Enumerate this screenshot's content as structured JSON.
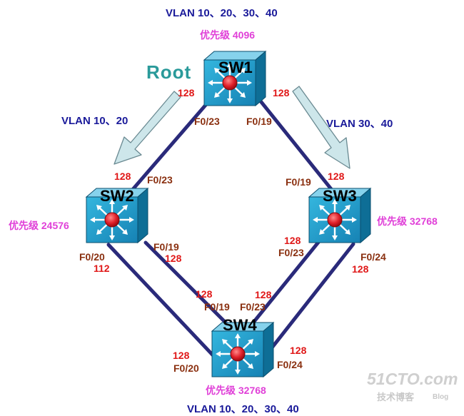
{
  "header": {
    "top_vlans": "VLAN 10、20、30、40",
    "bottom_vlans": "VLAN 10、20、30、40"
  },
  "root_label": "Root",
  "arrows": {
    "left": "VLAN 10、20",
    "right": "VLAN 30、40"
  },
  "switches": {
    "sw1": {
      "name": "SW1",
      "priority": "优先级 4096"
    },
    "sw2": {
      "name": "SW2",
      "priority": "优先级 24576"
    },
    "sw3": {
      "name": "SW3",
      "priority": "优先级 32768"
    },
    "sw4": {
      "name": "SW4",
      "priority": "优先级 32768"
    }
  },
  "links": {
    "sw1_sw2": {
      "sw1_port": "F0/23",
      "sw1_cost": "128",
      "sw2_port": "F0/23",
      "sw2_cost": "128"
    },
    "sw1_sw3": {
      "sw1_port": "F0/19",
      "sw1_cost": "128",
      "sw3_port": "F0/19",
      "sw3_cost": "128"
    },
    "sw2_sw4_a": {
      "sw2_port": "F0/19",
      "sw2_cost": "128",
      "sw4_port": "F0/19",
      "sw4_cost": "128"
    },
    "sw2_sw4_b": {
      "sw2_port": "F0/20",
      "sw2_cost": "112",
      "sw4_port": "F0/20",
      "sw4_cost": "128"
    },
    "sw3_sw4_a": {
      "sw3_port": "F0/23",
      "sw3_cost": "128",
      "sw4_port": "F0/23",
      "sw4_cost": "128"
    },
    "sw3_sw4_b": {
      "sw3_port": "F0/24",
      "sw3_cost": "128",
      "sw4_port": "F0/24",
      "sw4_cost": "128"
    }
  },
  "watermark": {
    "site": "51CTO.com",
    "sub": "技术博客",
    "blog": "Blog"
  },
  "colors": {
    "link": "#2a2a7a",
    "switch_face": "#1f9ec8",
    "switch_top": "#86d2ec",
    "switch_side": "#0e6e96",
    "arrow_fill": "#cde6ea",
    "arrow_stroke": "#6a8a92",
    "vlan_text": "#1a1a9a",
    "priority_text": "#e040d8",
    "cost_text": "#e01818",
    "port_text": "#8a3010",
    "root_text": "#2a9a9a"
  }
}
